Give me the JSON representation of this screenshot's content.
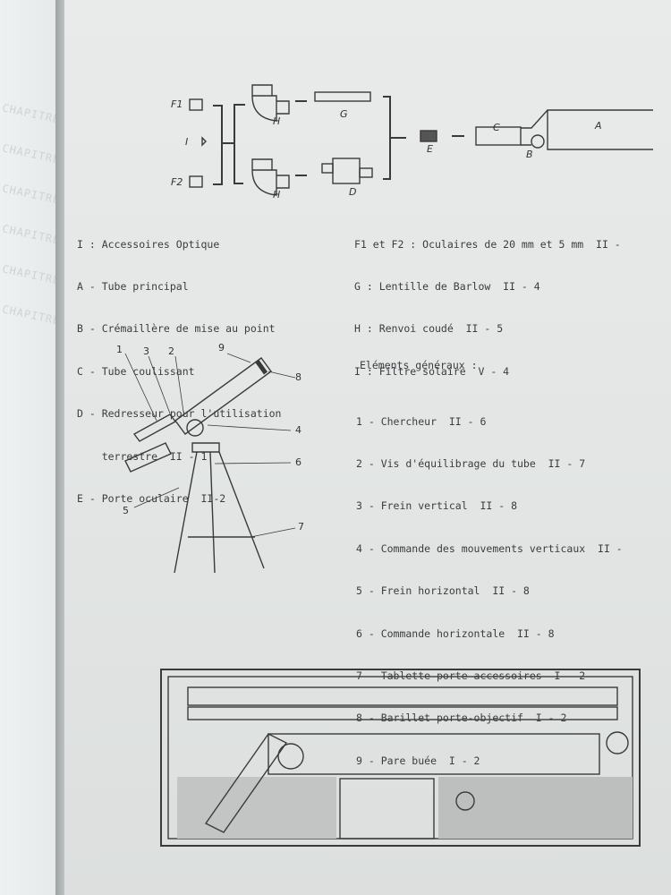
{
  "margin_bleed_text": "CHAPITRE",
  "accessory_diagram": {
    "labels": {
      "F1": "F1",
      "F2": "F2",
      "I": "I",
      "H_top": "H",
      "H_bottom": "H",
      "G": "G",
      "D": "D",
      "E": "E",
      "C": "C",
      "B": "B",
      "A": "A"
    }
  },
  "legend_left": [
    "I : Accessoires Optique",
    "A - Tube principal",
    "B - Crémaillère de mise au point",
    "C - Tube coulissant",
    "D - Redresseur pour l'utilisation",
    "    terrestre  II - 1",
    "E - Porte oculaire  II-2"
  ],
  "legend_right": [
    "F1 et F2 : Oculaires de 20 mm et 5 mm  II -",
    "G : Lentille de Barlow  II - 4",
    "H : Renvoi coudé  II - 5",
    "I : Filtre solaire  V - 4"
  ],
  "telescope_callouts": [
    "1",
    "3",
    "2",
    "9",
    "8",
    "4",
    "6",
    "5",
    "7"
  ],
  "general_elements": {
    "heading": "Eléments généraux :",
    "items": [
      "1 - Chercheur  II - 6",
      "2 - Vis d'équilibrage du tube  II - 7",
      "3 - Frein vertical  II - 8",
      "4 - Commande des mouvements verticaux  II -",
      "5 - Frein horizontal  II - 8",
      "6 - Commande horizontale  II - 8",
      "7 - Tablette porte accessoires  I - 2",
      "8 - Barillet porte-objectif  I - 2",
      "9 - Pare buée  I - 2"
    ]
  }
}
